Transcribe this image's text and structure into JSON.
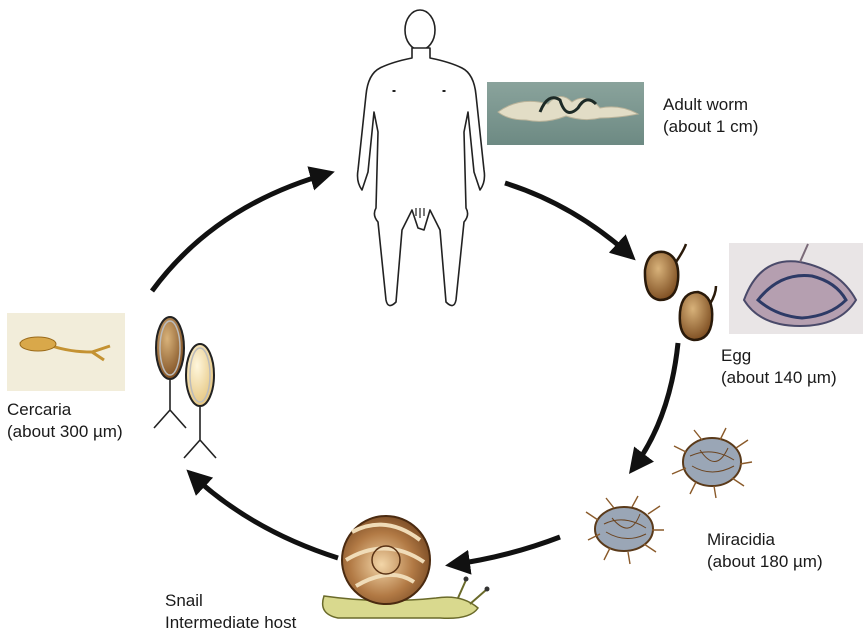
{
  "stages": {
    "adult_worm": {
      "name": "Adult worm",
      "size": "(about 1 cm)"
    },
    "egg": {
      "name": "Egg",
      "size": "(about 140 µm)"
    },
    "miracidia": {
      "name": "Miracidia",
      "size": "(about 180 µm)"
    },
    "snail": {
      "name": "Snail",
      "role": "Intermediate host"
    },
    "cercaria": {
      "name": "Cercaria",
      "size": "(about 300 µm)"
    }
  },
  "host": {
    "name": "human-figure"
  },
  "colors": {
    "arrow": "#111111",
    "worm_photo_bg": "#7f9b94",
    "egg_photo_bg": "#e8e4e6",
    "cercaria_photo_bg": "#f1ecd9",
    "egg_gold": "#c9a84e",
    "snail_shell": "#a8703c"
  }
}
